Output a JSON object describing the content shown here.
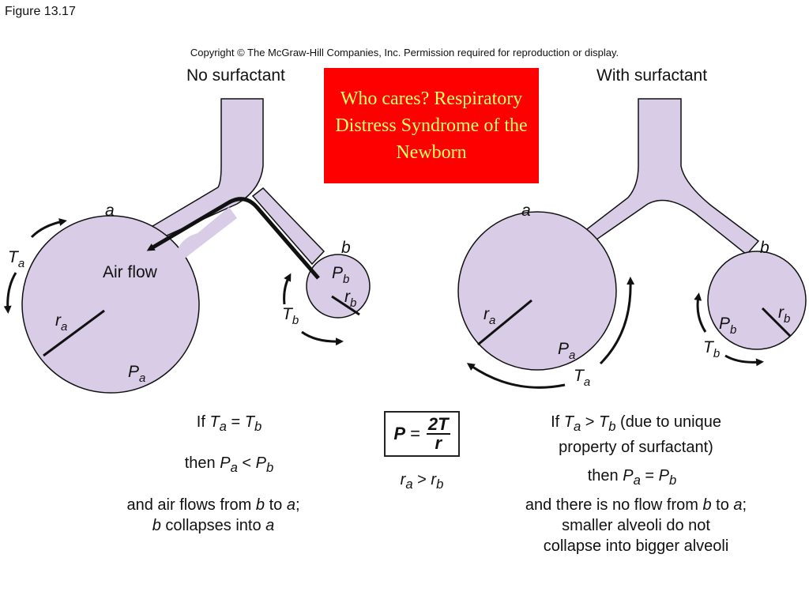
{
  "figure_label": "Figure 13.17",
  "copyright": "Copyright © The McGraw-Hill Companies, Inc. Permission required for reproduction or display.",
  "callout": {
    "text": "Who cares? Respiratory Distress Syndrome of the Newborn",
    "background": "#ff0000",
    "text_color": "#ffff66"
  },
  "colors": {
    "alveolus_fill": "#d9cce6",
    "outline": "#111111"
  },
  "left_panel": {
    "title": "No surfactant",
    "label_a": "a",
    "label_b": "b",
    "air_flow": "Air flow",
    "T": "T",
    "P": "P",
    "r": "r",
    "sub_a": "a",
    "sub_b": "b",
    "caption_1": {
      "p1": "If ",
      "v1": "T",
      "s1": "a",
      "p2": " = ",
      "v2": "T",
      "s2": "b"
    },
    "caption_2": {
      "p1": "then ",
      "v1": "P",
      "s1": "a",
      "p2": " < ",
      "v2": "P",
      "s2": "b"
    },
    "caption_3": {
      "p1": "and air flows from ",
      "v1": "b",
      "p2": " to ",
      "v2": "a",
      "p3": ";",
      "p4": "b",
      "p5": " collapses into ",
      "p6": "a"
    }
  },
  "right_panel": {
    "title": "With surfactant",
    "label_a": "a",
    "label_b": "b",
    "T": "T",
    "P": "P",
    "r": "r",
    "sub_a": "a",
    "sub_b": "b",
    "caption_1": {
      "p1": "If ",
      "v1": "T",
      "s1": "a",
      "p2": " > ",
      "v2": "T",
      "s2": "b",
      "p3": " (due to unique",
      "line2": "property of surfactant)"
    },
    "caption_2": {
      "p1": "then ",
      "v1": "P",
      "s1": "a",
      "p2": " = ",
      "v2": "P",
      "s2": "b"
    },
    "caption_3": {
      "line1a": "and there is no flow from ",
      "v1": "b",
      "line1b": " to ",
      "v2": "a",
      "line1c": ";",
      "line2": "smaller alveoli do not",
      "line3": "collapse into bigger alveoli"
    }
  },
  "formula": {
    "lhs": "P",
    "equals": "=",
    "numerator": "2T",
    "denominator": "r",
    "relation": {
      "v1": "r",
      "s1": "a",
      "op": " > ",
      "v2": "r",
      "s2": "b"
    }
  }
}
